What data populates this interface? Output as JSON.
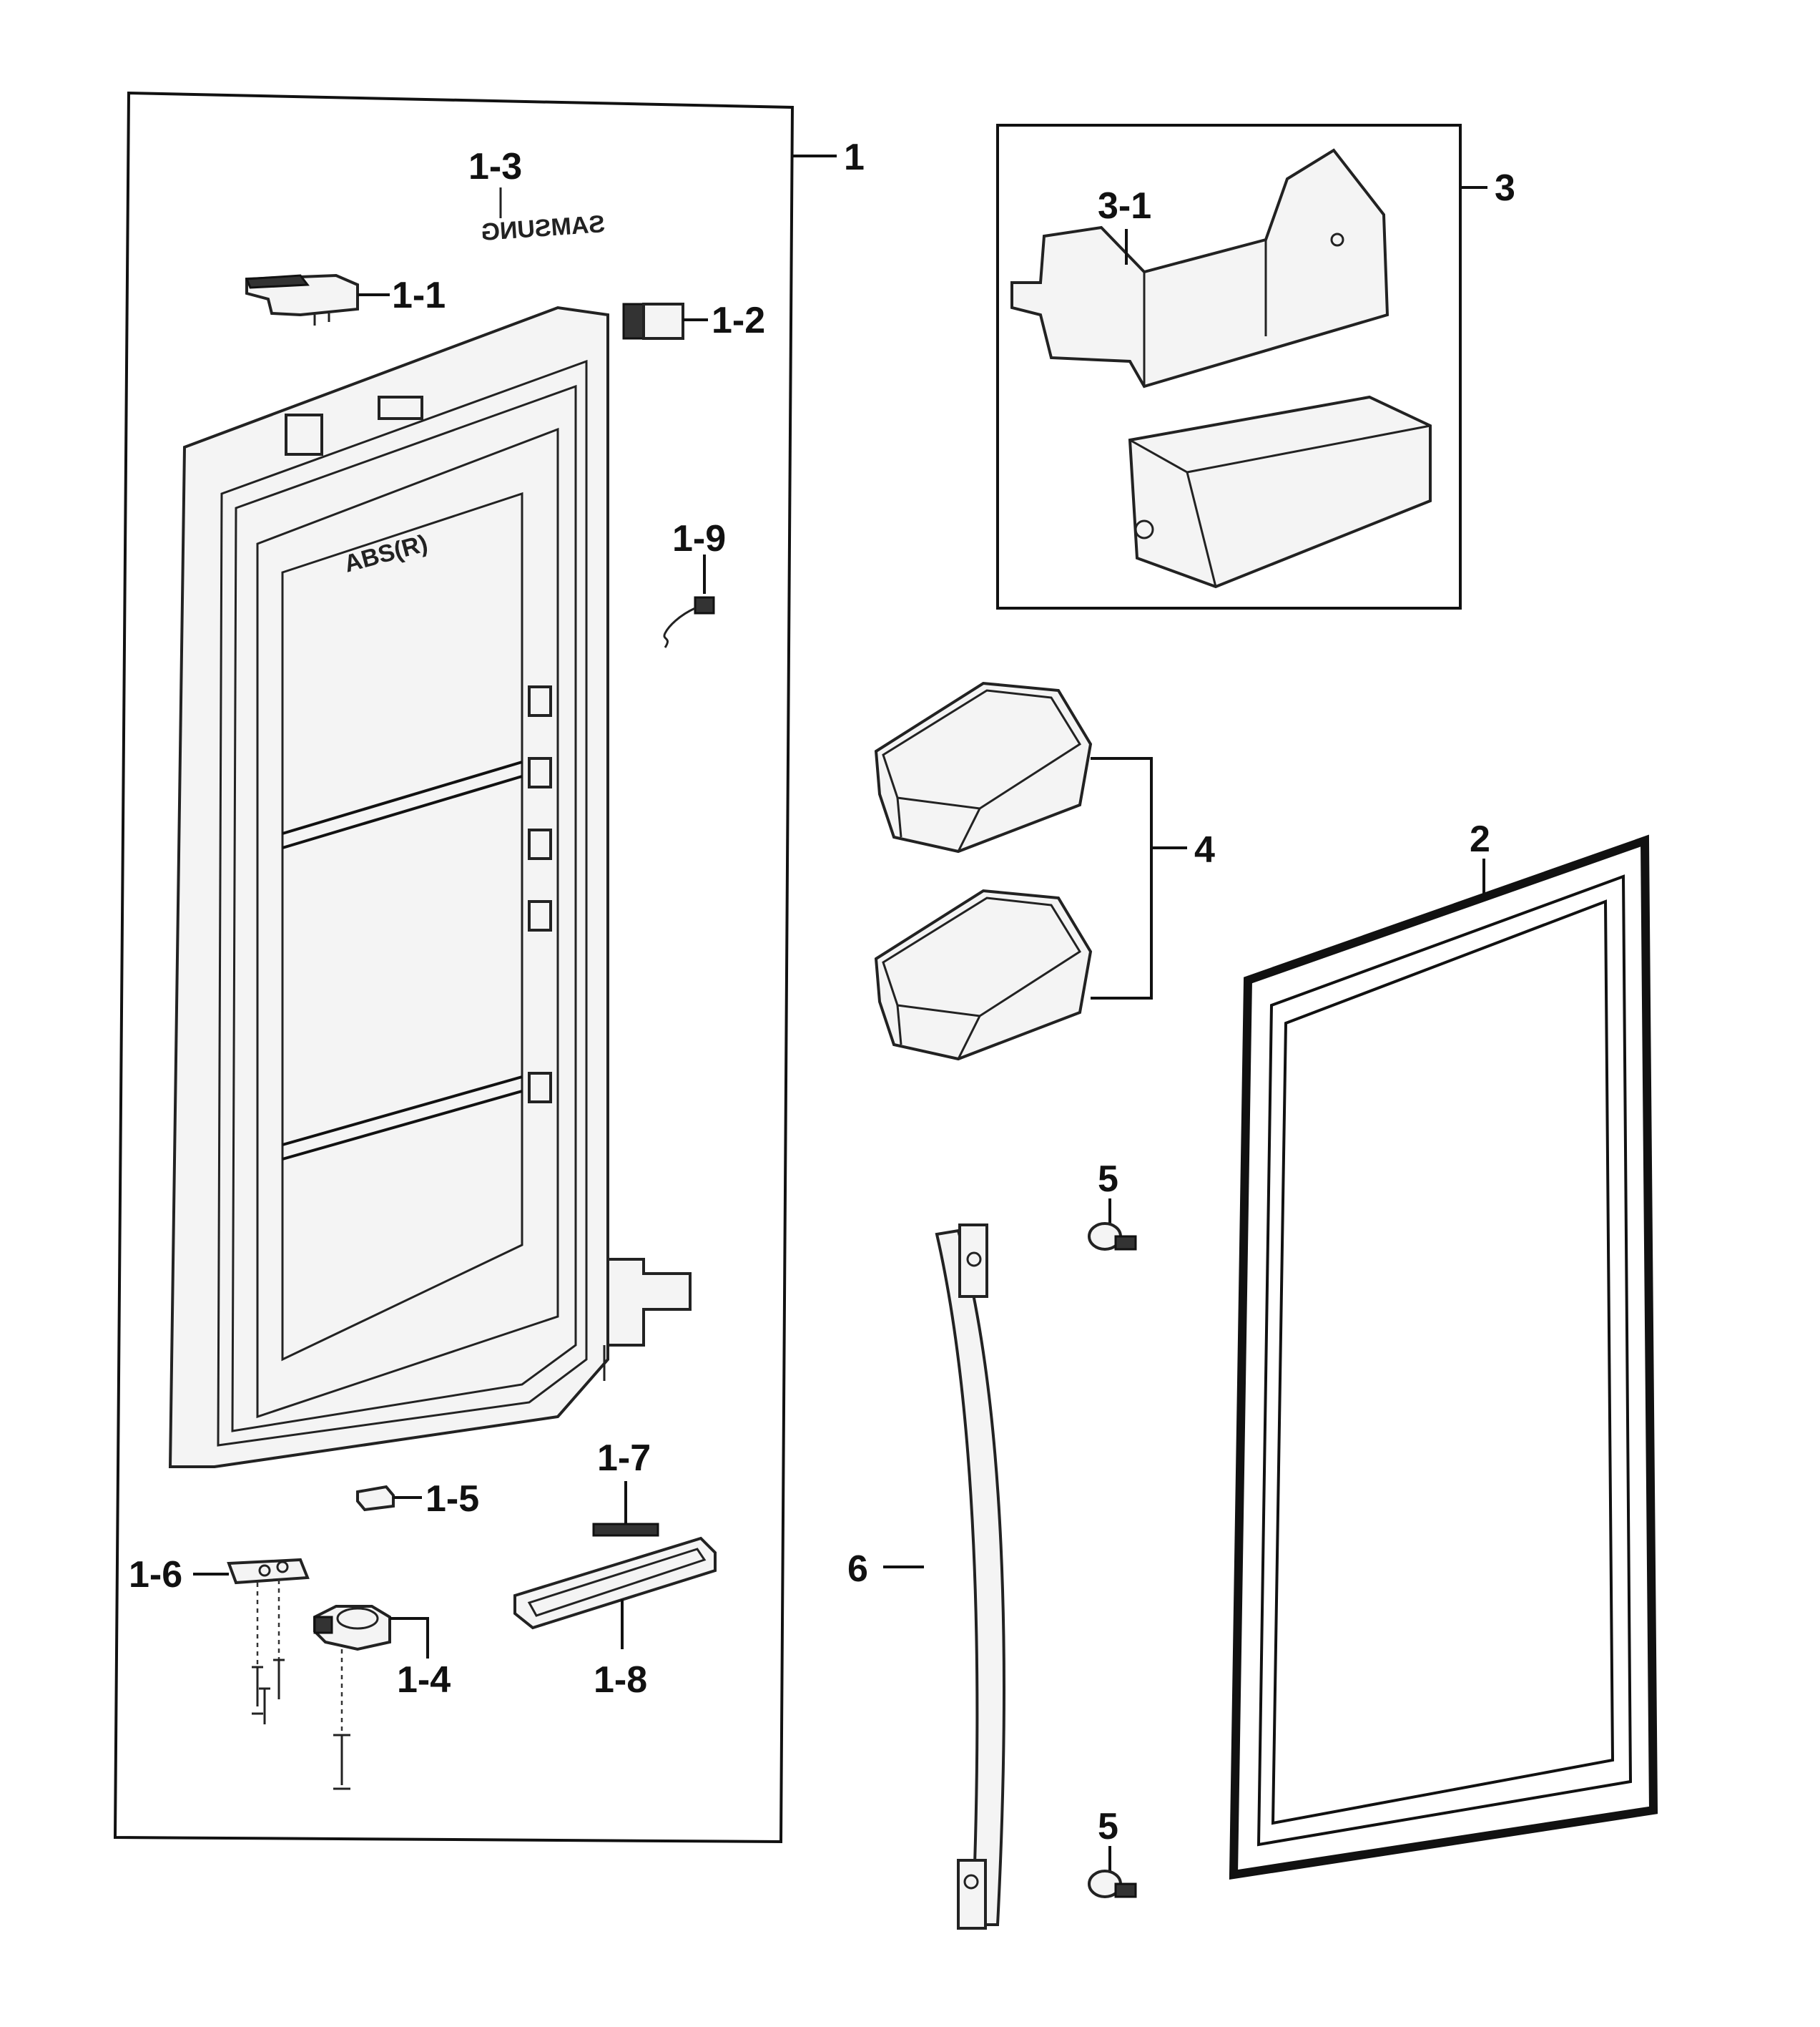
{
  "callouts": {
    "c1": "1",
    "c1_1": "1-1",
    "c1_2": "1-2",
    "c1_3": "1-3",
    "c1_4": "1-4",
    "c1_5": "1-5",
    "c1_6": "1-6",
    "c1_7": "1-7",
    "c1_8": "1-8",
    "c1_9": "1-9",
    "c2": "2",
    "c3": "3",
    "c3_1": "3-1",
    "c4": "4",
    "c5_top": "5",
    "c5_bottom": "5",
    "c6": "6"
  },
  "stamps": {
    "logo_mirrored": "SAMSUNG",
    "material": "ABS(R)"
  }
}
